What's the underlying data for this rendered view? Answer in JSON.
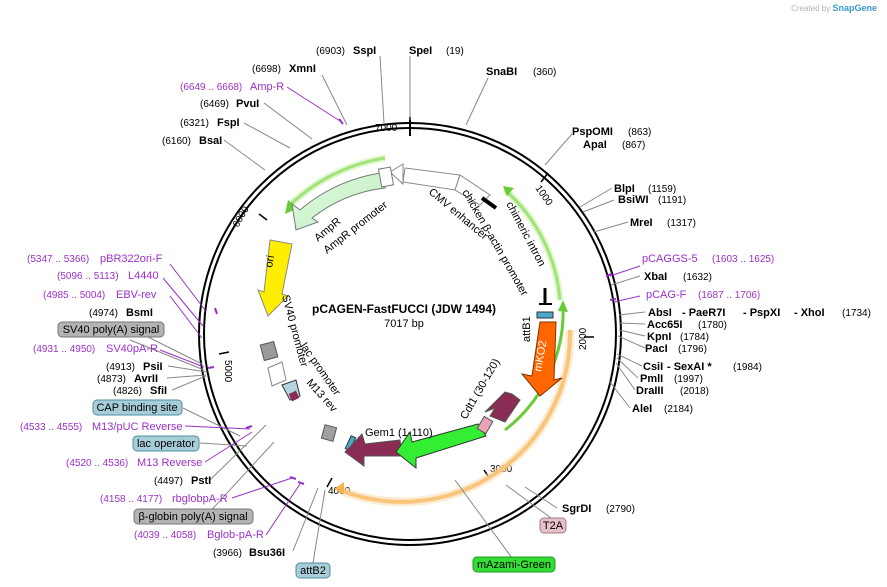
{
  "branding": {
    "created_by": "Created by",
    "product": "SnapGene"
  },
  "plasmid": {
    "name": "pCAGEN-FastFUCCI (JDW 1494)",
    "length": "7017 bp"
  },
  "ticks": {
    "t1000": "1000",
    "t2000": "2000",
    "t3000": "3000",
    "t4000": "4000",
    "t5000": "5000",
    "t6000": "6000",
    "t7000": "7000"
  },
  "sites": {
    "sspi": {
      "name": "SspI",
      "pos": "(6903)"
    },
    "spei": {
      "name": "SpeI",
      "pos": "(19)"
    },
    "snabi": {
      "name": "SnaBI",
      "pos": "(360)"
    },
    "xmni": {
      "name": "XmnI",
      "pos": "(6698)"
    },
    "pvui": {
      "name": "PvuI",
      "pos": "(6469)"
    },
    "fspi": {
      "name": "FspI",
      "pos": "(6321)"
    },
    "bsai": {
      "name": "BsaI",
      "pos": "(6160)"
    },
    "pspomi": {
      "name": "PspOMI",
      "pos": "(863)"
    },
    "apai": {
      "name": "ApaI",
      "pos": "(867)"
    },
    "blpi": {
      "name": "BlpI",
      "pos": "(1159)"
    },
    "bsiwi": {
      "name": "BsiWI",
      "pos": "(1191)"
    },
    "mrei": {
      "name": "MreI",
      "pos": "(1317)"
    },
    "xbai": {
      "name": "XbaI",
      "pos": "(1632)"
    },
    "absi": {
      "name": "AbsI",
      "name2": "- PaeR7I",
      "name3": "- PspXI",
      "name4": "- XhoI",
      "pos": "(1734)"
    },
    "acc65i": {
      "name": "Acc65I",
      "pos": "(1780)"
    },
    "kpni": {
      "name": "KpnI",
      "pos": "(1784)"
    },
    "paci": {
      "name": "PacI",
      "pos": "(1796)"
    },
    "csii": {
      "name": "CsiI",
      "name2": "- SexAI *",
      "pos": "(1984)"
    },
    "pmli": {
      "name": "PmlI",
      "pos": "(1997)"
    },
    "draiii": {
      "name": "DraIII",
      "pos": "(2018)"
    },
    "alei": {
      "name": "AleI",
      "pos": "(2184)"
    },
    "sgrdi": {
      "name": "SgrDI",
      "pos": "(2790)"
    },
    "bsmi": {
      "name": "BsmI",
      "pos": "(4974)"
    },
    "psii": {
      "name": "PsiI",
      "pos": "(4913)"
    },
    "avrii": {
      "name": "AvrII",
      "pos": "(4873)"
    },
    "sfii": {
      "name": "SfiI",
      "pos": "(4826)"
    },
    "psti": {
      "name": "PstI",
      "pos": "(4497)"
    },
    "bsu36i": {
      "name": "Bsu36I",
      "pos": "(3966)"
    }
  },
  "primers": {
    "ampr": {
      "name": "Amp-R",
      "pos": "(6649 .. 6668)"
    },
    "pcaggs5": {
      "name": "pCAGGS-5",
      "pos": "(1603 .. 1625)"
    },
    "pcagf": {
      "name": "pCAG-F",
      "pos": "(1687 .. 1706)"
    },
    "pbr322": {
      "name": "pBR322ori-F",
      "pos": "(5347 .. 5366)"
    },
    "l4440": {
      "name": "L4440",
      "pos": "(5096 .. 5113)"
    },
    "ebvrev": {
      "name": "EBV-rev",
      "pos": "(4985 .. 5004)"
    },
    "sv40pa": {
      "name": "SV40pA-R",
      "pos": "(4931 .. 4950)"
    },
    "m13puc": {
      "name": "M13/pUC Reverse",
      "pos": "(4533 .. 4555)"
    },
    "m13rev": {
      "name": "M13 Reverse",
      "pos": "(4520 .. 4536)"
    },
    "rbglob": {
      "name": "rbglobpA-R",
      "pos": "(4158 .. 4177)"
    },
    "bglob": {
      "name": "Bglob-pA-R",
      "pos": "(4039 .. 4058)"
    }
  },
  "boxes": {
    "sv40polya": "SV40 poly(A) signal",
    "cap": "CAP binding site",
    "lacop": "lac operator",
    "bglobpa": "β-globin poly(A) signal",
    "attb2": "attB2",
    "t2a": "T2A",
    "mazami": "mAzami-Green"
  },
  "features": {
    "chicken_actin": "chicken β-actin promoter",
    "cmv": "CMV enhancer",
    "chimeric": "chimeric intron",
    "ampr": "AmpR",
    "ampr_prom": "AmpR promoter",
    "ori": "ori",
    "sv40_prom": "SV40 promoter",
    "lac_prom": "lac promoter",
    "m13rev": "M13 rev",
    "attb1": "attB1",
    "mko2": "mKO2",
    "cdt1": "Cdt1 (30-120)",
    "gem1": "Gem1 (1-110)"
  },
  "colors": {
    "backbone": "#000000",
    "primer": "#9b30c8",
    "ampr": "#c6f1c6",
    "ori": "#ffee00",
    "mko2": "#ff6600",
    "cdt1": "#8b2c55",
    "azami": "#33dd33",
    "gem1": "#8b2c55",
    "orange_band": "#f7b04c",
    "green_band": "#66cc33",
    "gray_box": "#b3b3b3",
    "blue_box": "#a7ced8",
    "green_box": "#33dd33",
    "pink_box": "#e7c0c8"
  }
}
